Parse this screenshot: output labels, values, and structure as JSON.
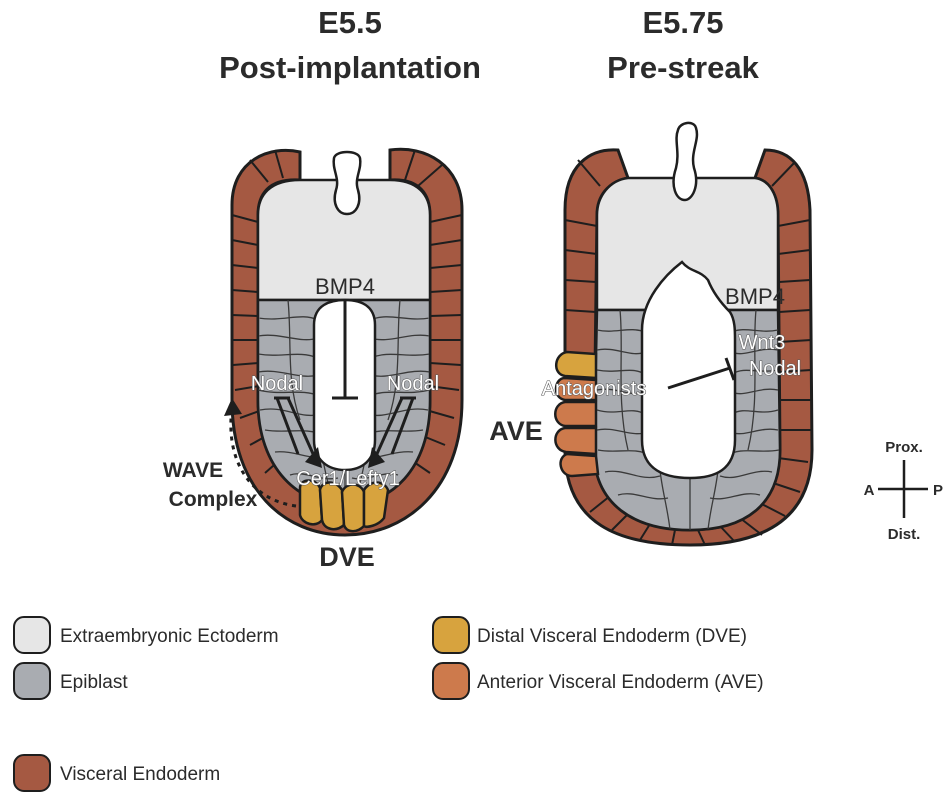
{
  "panels": {
    "left": {
      "stage": "E5.5",
      "title": "Post-implantation"
    },
    "right": {
      "stage": "E5.75",
      "title": "Pre-streak"
    }
  },
  "left_labels": {
    "bmp4": "BMP4",
    "nodal_a": "Nodal",
    "nodal_p": "Nodal",
    "cer1": "Cer1/Lefty1",
    "wave": [
      "WAVE",
      "Complex"
    ],
    "dve": "DVE"
  },
  "right_labels": {
    "bmp4": "BMP4",
    "wnt3": "Wnt3",
    "nodal": "Nodal",
    "antagonists": "Antagonists",
    "ave": "AVE"
  },
  "axes": {
    "prox": "Prox.",
    "dist": "Dist.",
    "a": "A",
    "p": "P"
  },
  "legend": [
    {
      "label": "Extraembryonic Ectoderm",
      "color": "#e6e6e6"
    },
    {
      "label": "Epiblast",
      "color": "#a9acb1"
    },
    {
      "label": "Distal Visceral Endoderm (DVE)",
      "color": "#d7a33e"
    },
    {
      "label": "Anterior Visceral Endoderm (AVE)",
      "color": "#cd7a4c"
    },
    {
      "label": "Visceral Endoderm",
      "color": "#a55942"
    }
  ]
}
